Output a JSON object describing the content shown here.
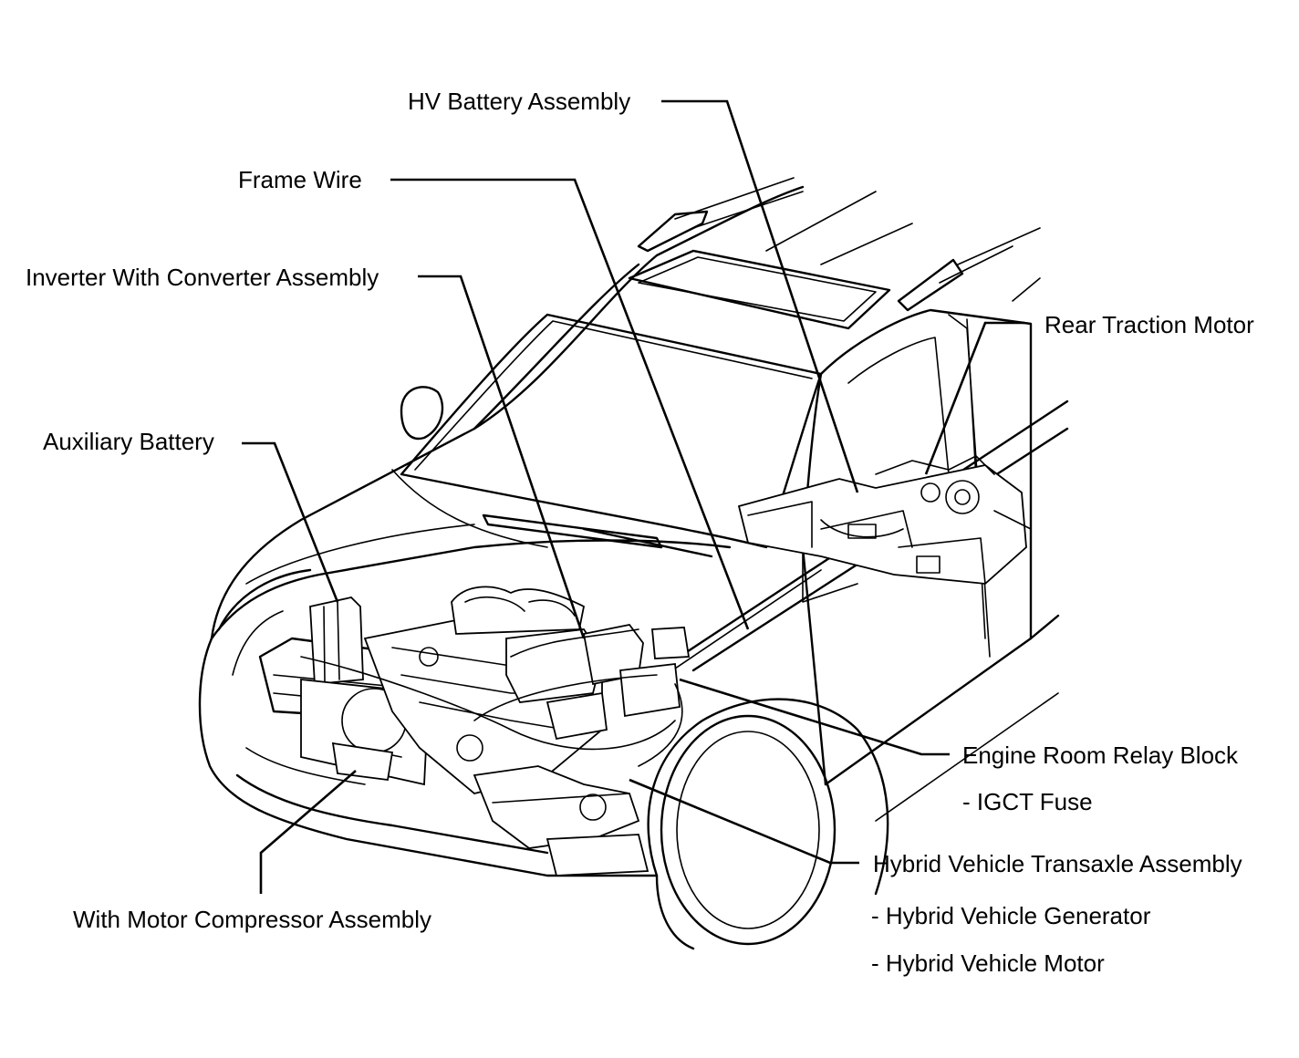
{
  "labels": {
    "hv_battery": "HV Battery Assembly",
    "frame_wire": "Frame Wire",
    "inverter": "Inverter With Converter Assembly",
    "rear_motor": "Rear Traction Motor",
    "aux_battery": "Auxiliary Battery",
    "relay_block": "Engine Room Relay Block",
    "igct_fuse": "- IGCT Fuse",
    "transaxle": "Hybrid Vehicle Transaxle Assembly",
    "generator": "- Hybrid Vehicle Generator",
    "hv_motor": "- Hybrid Vehicle Motor",
    "compressor": "With Motor Compressor Assembly"
  },
  "colors": {
    "line": "#000000",
    "background": "#ffffff"
  }
}
